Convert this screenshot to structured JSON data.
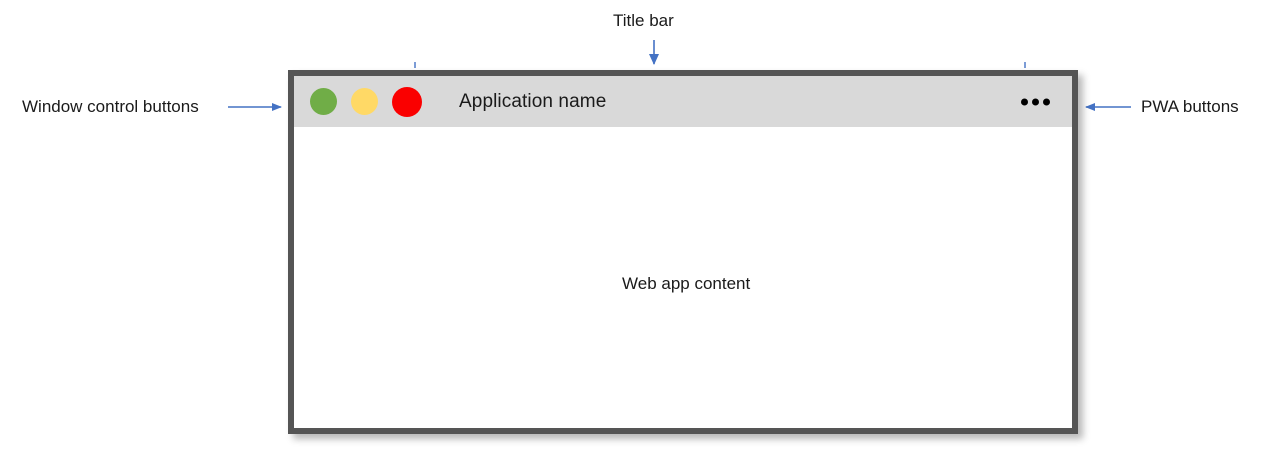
{
  "diagram": {
    "title_label": "Title bar",
    "window_controls_label": "Window control buttons",
    "pwa_label": "PWA buttons",
    "content_label": "Web app content",
    "annotation_color": "#4472c4",
    "guide_line_color": "#4472c4"
  },
  "window": {
    "title": "Application name",
    "border_color": "#555555",
    "titlebar_bg": "#d9d9d9",
    "content_bg": "#ffffff",
    "controls": [
      {
        "name": "minimize",
        "color": "#70ad47"
      },
      {
        "name": "maximize",
        "color": "#ffd966"
      },
      {
        "name": "close",
        "color": "#fa0000"
      }
    ],
    "pwa_menu": {
      "icon": "ellipsis-icon",
      "dots": 3
    }
  }
}
